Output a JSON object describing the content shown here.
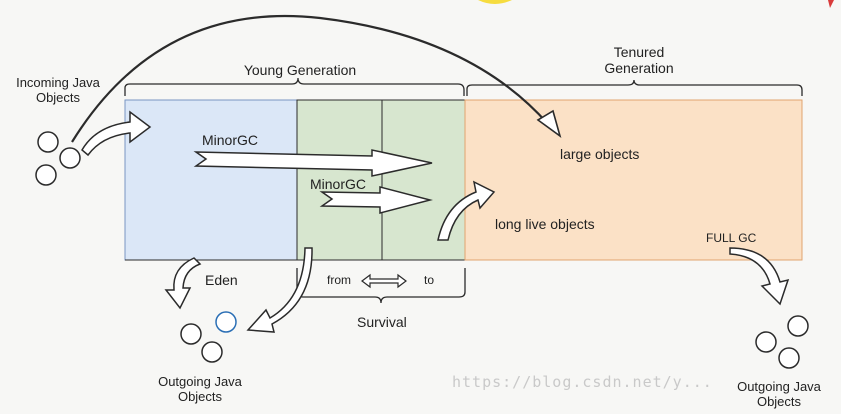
{
  "labels": {
    "incoming": "Incoming Java\nObjects",
    "young_generation": "Young Generation",
    "tenured_generation": "Tenured\nGeneration",
    "minor_gc_1": "MinorGC",
    "minor_gc_2": "MinorGC",
    "large_objects": "large objects",
    "long_live_objects": "long live objects",
    "full_gc": "FULL GC",
    "eden": "Eden",
    "from": "from",
    "to": "to",
    "survival": "Survival",
    "outgoing_left": "Outgoing Java\nObjects",
    "outgoing_right": "Outgoing Java\nObjects",
    "watermark": "https://blog.csdn.net/y..."
  },
  "colors": {
    "eden_fill": "#dbe7f7",
    "eden_stroke": "#7a96c2",
    "survivor_fill": "#d7e6cf",
    "survivor_stroke": "#6f8a63",
    "tenured_fill": "#fbe1c6",
    "tenured_stroke": "#e2a46f",
    "stroke": "#2b2b2b"
  }
}
